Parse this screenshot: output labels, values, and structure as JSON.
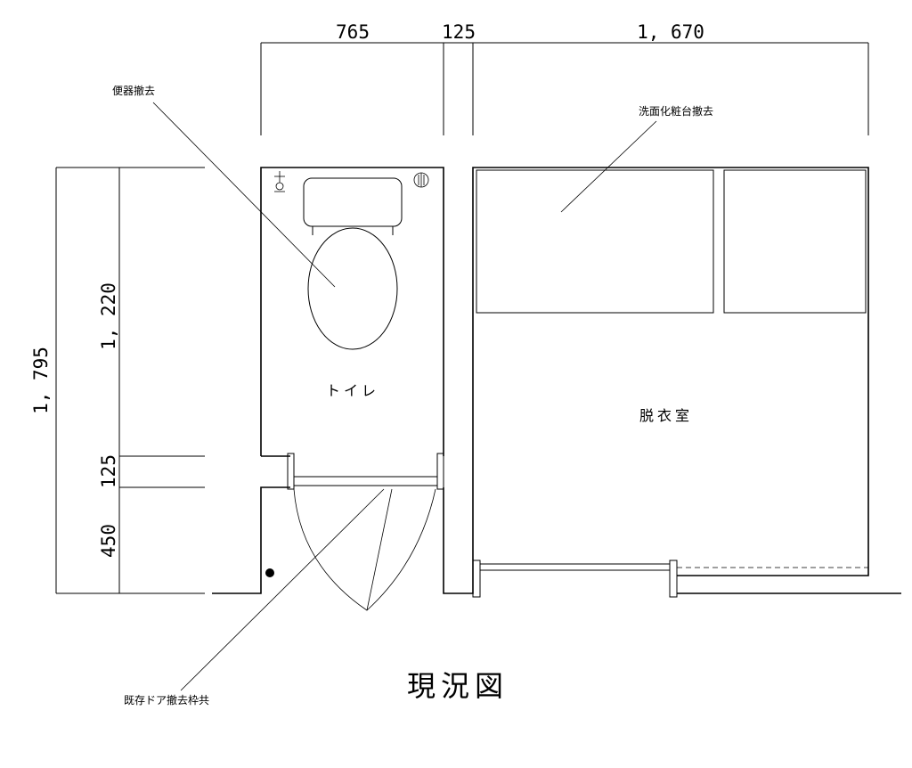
{
  "title": "現況図",
  "dimensions": {
    "top": [
      "765",
      "125",
      "1, 670"
    ],
    "left_total": "1, 795",
    "left_segments": [
      "1, 220",
      "125",
      "450"
    ]
  },
  "rooms": {
    "toilet": "トイレ",
    "dressing": "脱衣室"
  },
  "notes": {
    "toilet_removal": "便器撤去",
    "vanity_removal": "洗面化粧台撤去",
    "door_removal": "既存ドア撤去枠共"
  }
}
